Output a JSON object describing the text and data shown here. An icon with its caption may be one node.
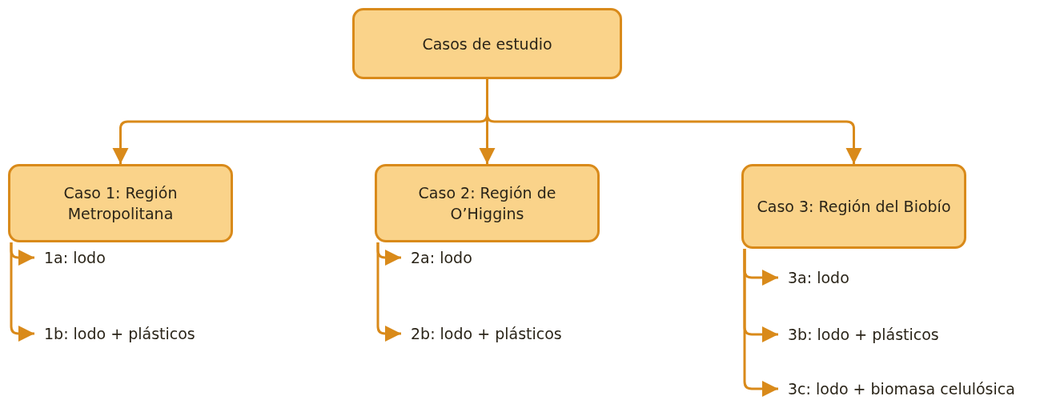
{
  "diagram": {
    "nodes": [
      {
        "text": [
          "Casos de estudio"
        ]
      },
      {
        "text": [
          "Caso 1: Región Metropolitana"
        ]
      },
      {
        "text": [
          "Caso 2: Región de O’Higgins"
        ]
      },
      {
        "text": [
          "Caso 3: Región del Biobío"
        ]
      },
      {
        "text": [
          "1a: lodo"
        ]
      },
      {
        "text": [
          "1b: lodo + plásticos"
        ]
      },
      {
        "text": [
          "2a: lodo"
        ]
      },
      {
        "text": [
          "2b: lodo + plásticos"
        ]
      },
      {
        "text": [
          "3a: lodo"
        ]
      },
      {
        "text": [
          "3b: lodo + plásticos"
        ]
      },
      {
        "text": [
          "3c: lodo + biomasa celulósica"
        ]
      }
    ],
    "edges": [
      {
        "from": 0,
        "to": 1,
        "arrow": "to"
      },
      {
        "from": 0,
        "to": 2,
        "arrow": "to"
      },
      {
        "from": 0,
        "to": 3,
        "arrow": "to"
      },
      {
        "from": 1,
        "to": 4,
        "arrow": "to"
      },
      {
        "from": 1,
        "to": 5,
        "arrow": "to"
      },
      {
        "from": 2,
        "to": 6,
        "arrow": "to"
      },
      {
        "from": 2,
        "to": 7,
        "arrow": "to"
      },
      {
        "from": 3,
        "to": 8,
        "arrow": "to"
      },
      {
        "from": 3,
        "to": 9,
        "arrow": "to"
      },
      {
        "from": 3,
        "to": 10,
        "arrow": "to"
      }
    ]
  }
}
